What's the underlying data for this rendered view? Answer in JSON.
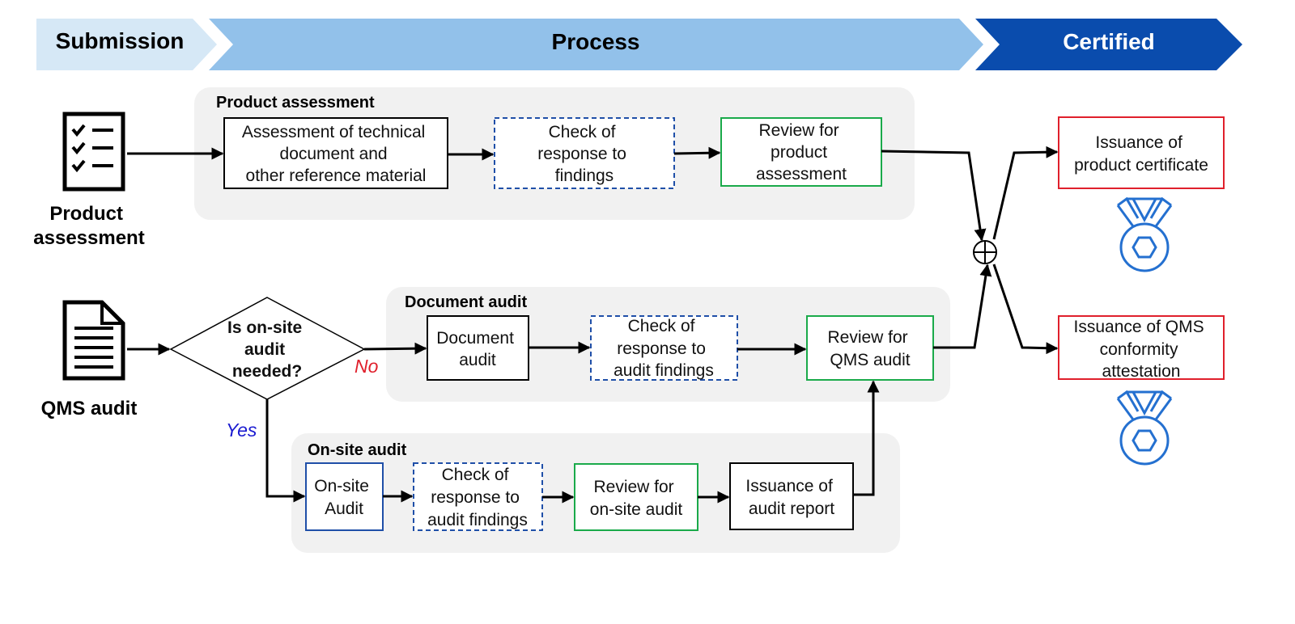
{
  "phases": {
    "submission": "Submission",
    "process": "Process",
    "certified": "Certified"
  },
  "inputs": {
    "product": [
      "Product",
      "assessment"
    ],
    "qms": "QMS audit"
  },
  "groups": {
    "product": "Product assessment",
    "document": "Document audit",
    "onsite": "On-site audit"
  },
  "product_steps": {
    "assess": [
      "Assessment of technical",
      "document and",
      "other reference material"
    ],
    "check": [
      "Check of",
      "response to",
      "findings"
    ],
    "review": [
      "Review for",
      "product",
      "assessment"
    ]
  },
  "decision": {
    "question": [
      "Is on-site",
      "audit",
      "needed?"
    ],
    "no": "No",
    "yes": "Yes"
  },
  "document_steps": {
    "audit": [
      "Document",
      "audit"
    ],
    "check": [
      "Check of",
      "response to",
      "audit findings"
    ],
    "review": [
      "Review for",
      "QMS audit"
    ]
  },
  "onsite_steps": {
    "audit": [
      "On-site",
      "Audit"
    ],
    "check": [
      "Check of",
      "response to",
      "audit findings"
    ],
    "review": [
      "Review for",
      "on-site audit"
    ],
    "report": [
      "Issuance of",
      "audit report"
    ]
  },
  "outputs": {
    "product_cert": [
      "Issuance of",
      "product certificate"
    ],
    "qms_cert": [
      "Issuance of QMS",
      "conformity",
      "attestation"
    ]
  },
  "colors": {
    "submission": "#d6e8f6",
    "process": "#92c1ea",
    "certified": "#0a4cad",
    "panel": "#f1f1f1",
    "blue": "#1f4fa8",
    "green": "#1aaa4a",
    "red": "#e0202c",
    "medal": "#2470d0"
  }
}
